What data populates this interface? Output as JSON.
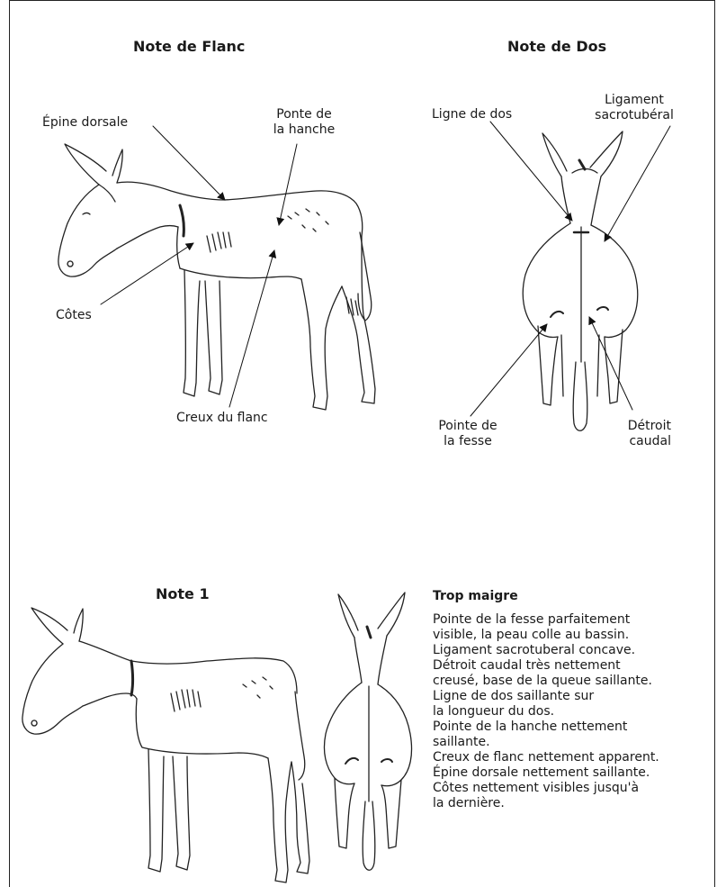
{
  "titles": {
    "flanc": "Note de Flanc",
    "dos": "Note de Dos",
    "note1": "Note 1"
  },
  "labels": {
    "epine": "Épine dorsale",
    "ponte1": "Ponte de",
    "ponte2": "la hanche",
    "cotes": "Côtes",
    "creux": "Creux du flanc",
    "ligne": "Ligne de dos",
    "ligament1": "Ligament",
    "ligament2": "sacrotubéral",
    "pointe1": "Pointe de",
    "pointe2": "la fesse",
    "detroit1": "Détroit",
    "detroit2": "caudal"
  },
  "description": {
    "heading": "Trop maigre",
    "lines": [
      "Pointe de la fesse parfaitement",
      "visible, la peau colle au bassin.",
      "Ligament sacrotuberal concave.",
      "Détroit caudal très nettement",
      "creusé, base de la queue saillante.",
      "Ligne de dos saillante sur",
      "la longueur du dos.",
      "Pointe de la hanche nettement",
      "saillante.",
      "Creux de flanc nettement apparent.",
      "Épine dorsale nettement saillante.",
      "Côtes nettement visibles jusqu'à",
      "la dernière."
    ]
  }
}
